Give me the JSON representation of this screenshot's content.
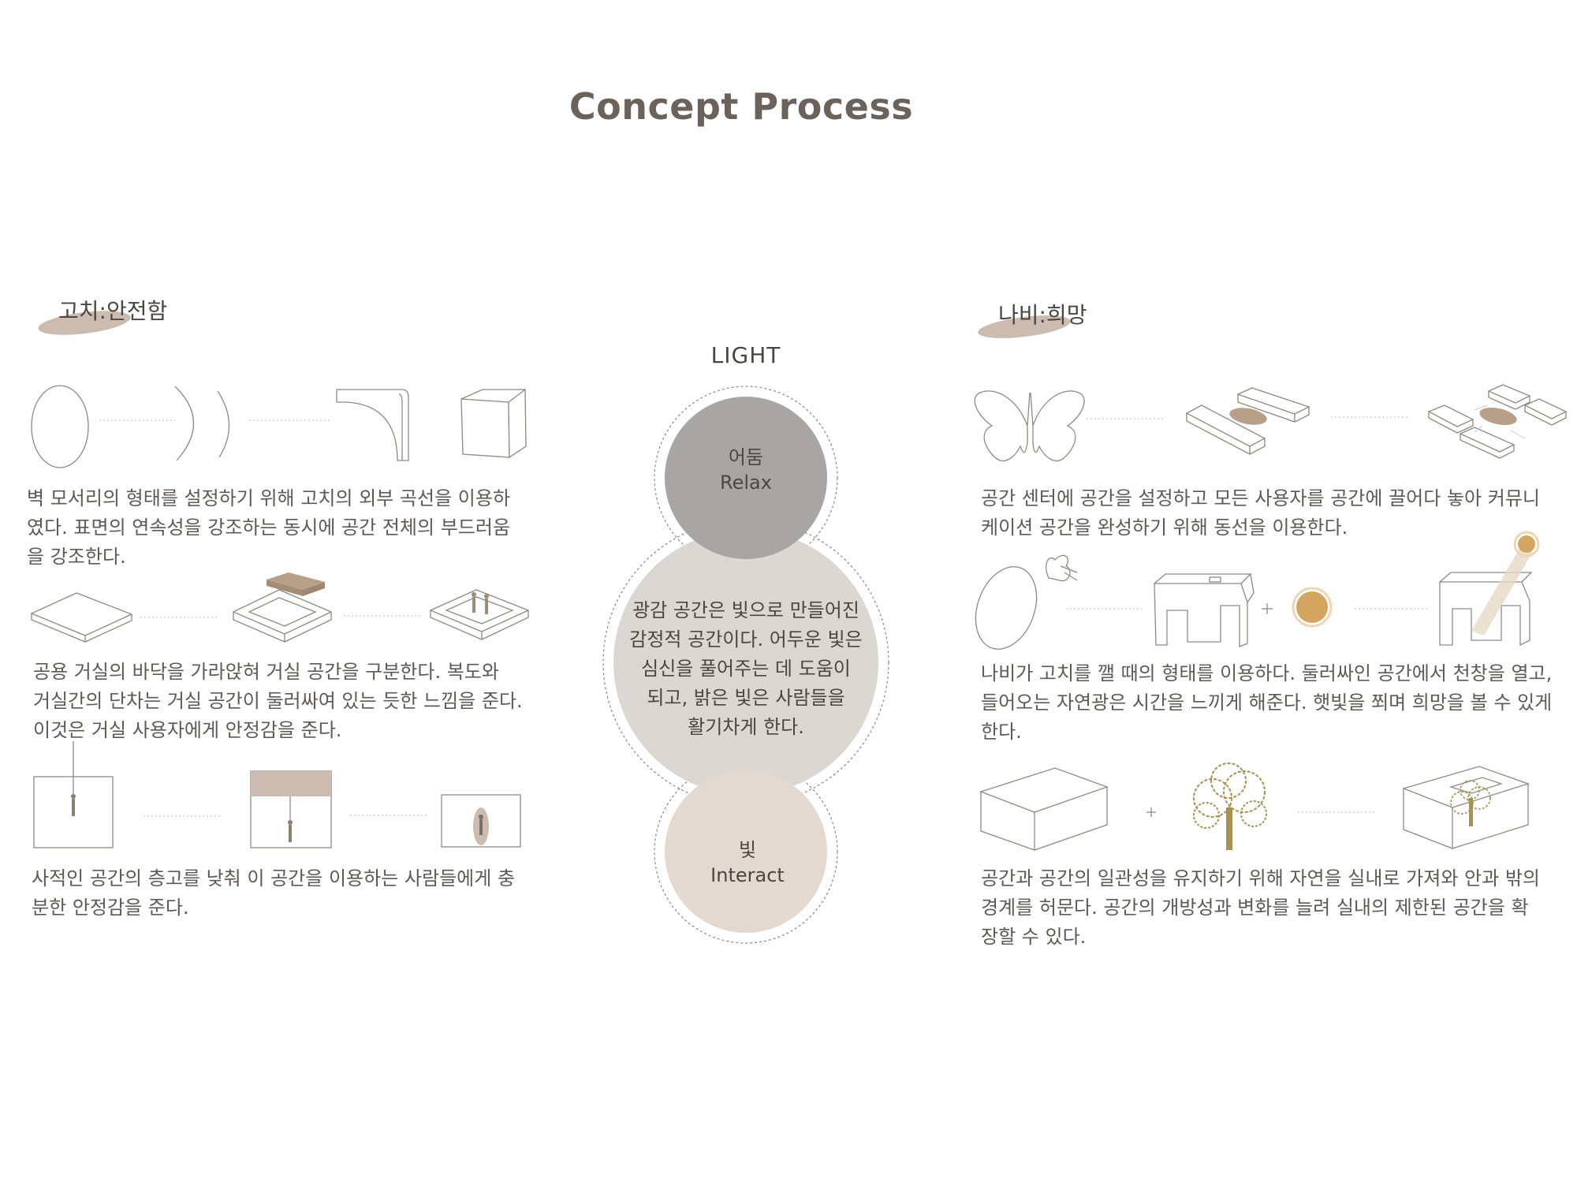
{
  "title": "Concept Process",
  "left": {
    "heading": "고치:안전함",
    "paragraphs": [
      [
        "벽 모서리의 형태를 설정하기 위해 고치의 외부 곡선을 이용하",
        "였다. 표면의 연속성을 강조하는 동시에 공간 전체의 부드러움",
        "을 강조한다."
      ],
      [
        "공용 거실의 바닥을 가라앉혀 거실 공간을 구분한다. 복도와",
        "거실간의 단차는 거실 공간이 둘러싸여 있는 듯한 느낌을 준다.",
        "이것은 거실 사용자에게 안정감을 준다."
      ],
      [
        "사적인 공간의 층고를 낮춰 이 공간을 이용하는 사람들에게 충",
        "분한 안정감을 준다."
      ]
    ]
  },
  "center": {
    "label": "LIGHT",
    "top_circle": [
      "어둠",
      "Relax"
    ],
    "middle_circle": [
      "광감 공간은 빛으로 만들어진",
      "감정적 공간이다. 어두운 빛은",
      "심신을 풀어주는 데 도움이",
      "되고, 밝은 빛은 사람들을",
      "활기차게 한다."
    ],
    "bottom_circle": [
      "빛",
      "Interact"
    ]
  },
  "right": {
    "heading": "나비:희망",
    "paragraphs": [
      [
        "공간 센터에 공간을 설정하고 모든 사용자를 공간에 끌어다 놓아 커뮤니",
        "케이션 공간을 완성하기 위해 동선을 이용한다."
      ],
      [
        "나비가 고치를 깰 때의 형태를 이용하다. 둘러싸인 공간에서 천창을 열고,",
        "들어오는 자연광은 시간을 느끼게 해준다. 햇빛을 쬐며 희망을 볼 수 있게",
        "한다."
      ],
      [
        "공간과 공간의 일관성을 유지하기 위해 자연을 실내로 가져와 안과 밖의",
        "경계를 허문다. 공간의 개방성과 변화를 늘려 실내의 제한된 공간을 확",
        "장할 수 있다."
      ]
    ]
  },
  "colors": {
    "accent_brown": "#b89f88",
    "blob": "#cbbcaf",
    "dark_circle": "#a8a6a4",
    "middle_circle": "#dbd7d3",
    "warm_circle": "#e3d9d0",
    "sun": "#d4a55f",
    "tree": "#a89253"
  }
}
